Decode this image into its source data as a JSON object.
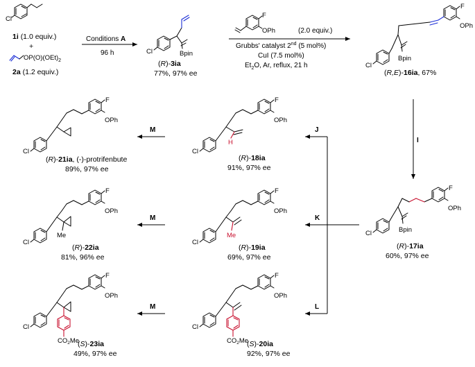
{
  "start": {
    "cpd1": {
      "id": "1i",
      "equiv": "(1.0 equiv.)"
    },
    "plus": "+",
    "cpd2": {
      "id": "2a",
      "equiv": "(1.2 equiv.)",
      "group": "OP(O)(OEt)",
      "group_sub": "2"
    }
  },
  "step1": {
    "conditions_label": "Conditions",
    "conditions_letter": "A",
    "time": "96 h"
  },
  "p3ia": {
    "config": "R",
    "id": "3ia",
    "yield_ee": "77%, 97% ee",
    "bpin": "Bpin",
    "cl": "Cl"
  },
  "step2": {
    "reagent_equiv": "(2.0 equiv.)",
    "catalyst": "Grubbs' catalyst 2",
    "catalyst_sup": "nd",
    "catalyst_load": "(5 mol%)",
    "cui": "CuI (7.5 mol%)",
    "solvent_pre": "Et",
    "solvent_sub": "2",
    "solvent_post": "O, Ar, reflux, 21 h",
    "f": "F",
    "oph": "OPh"
  },
  "p16ia": {
    "config": "R,E",
    "id": "16ia",
    "yield": "67%",
    "bpin": "Bpin",
    "cl": "Cl",
    "f": "F",
    "oph": "OPh"
  },
  "reagents": {
    "I": "I",
    "J": "J",
    "K": "K",
    "L": "L",
    "M": "M"
  },
  "p17ia": {
    "config": "R",
    "id": "17ia",
    "yield_ee": "60%, 97% ee",
    "bpin": "Bpin",
    "cl": "Cl",
    "f": "F",
    "oph": "OPh"
  },
  "p18ia": {
    "config": "R",
    "id": "18ia",
    "yield_ee": "91%, 97% ee",
    "h": "H",
    "cl": "Cl",
    "f": "F",
    "oph": "OPh"
  },
  "p19ia": {
    "config": "R",
    "id": "19ia",
    "yield_ee": "69%, 97% ee",
    "me": "Me",
    "cl": "Cl",
    "f": "F",
    "oph": "OPh"
  },
  "p20ia": {
    "config": "S",
    "id": "20ia",
    "yield_ee": "92%, 97% ee",
    "co2me_pre": "CO",
    "co2me_sub": "2",
    "co2me_post": "Me",
    "cl": "Cl",
    "f": "F",
    "oph": "OPh"
  },
  "p21ia": {
    "config": "R",
    "id": "21ia",
    "name": ", (-)-protrifenbute",
    "yield_ee": "89%, 97% ee",
    "cl": "Cl",
    "f": "F",
    "oph": "OPh"
  },
  "p22ia": {
    "config": "R",
    "id": "22ia",
    "yield_ee": "81%, 96% ee",
    "me": "Me",
    "cl": "Cl",
    "f": "F",
    "oph": "OPh"
  },
  "p23ia": {
    "config": "S",
    "id": "23ia",
    "yield_ee": "49%, 97% ee",
    "co2me_pre": "CO",
    "co2me_sub": "2",
    "co2me_post": "Me",
    "cl": "Cl",
    "f": "F",
    "oph": "OPh"
  }
}
